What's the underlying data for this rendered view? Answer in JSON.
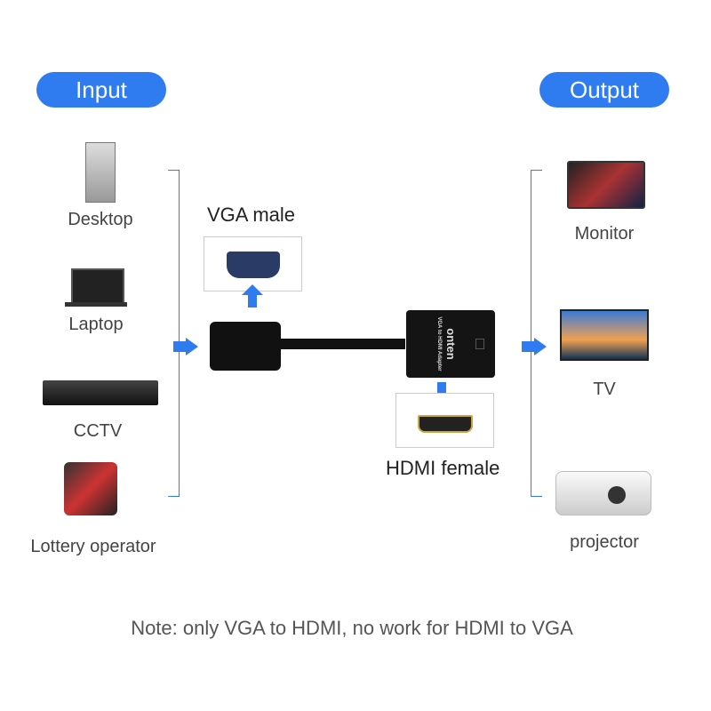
{
  "input": {
    "title": "Input",
    "devices": [
      "Desktop",
      "Laptop",
      "CCTV",
      "Lottery operator"
    ]
  },
  "output": {
    "title": "Output",
    "devices": [
      "Monitor",
      "TV",
      "projector"
    ]
  },
  "adapter": {
    "vga_label": "VGA male",
    "hdmi_label": "HDMI female",
    "brand": "onten",
    "model": "VGA to HDMI Adapter"
  },
  "note": "Note: only VGA to HDMI,  no work for HDMI to VGA",
  "colors": {
    "accent": "#2f7cf0"
  }
}
